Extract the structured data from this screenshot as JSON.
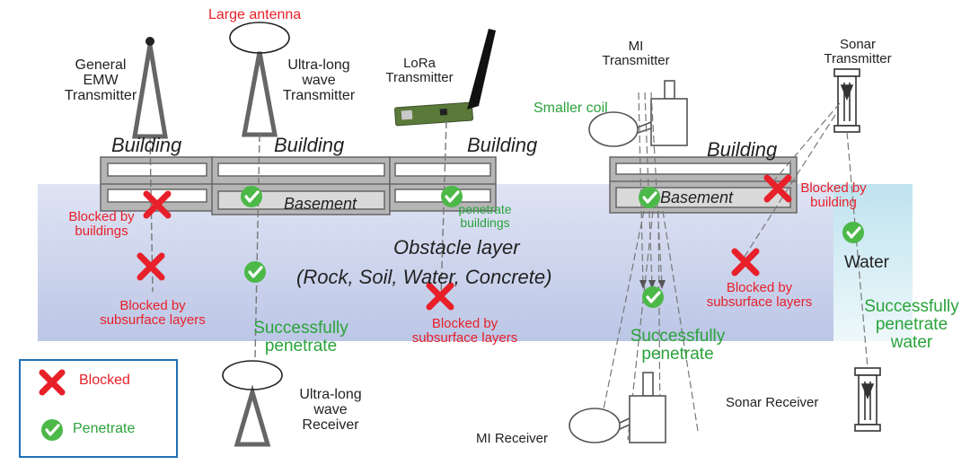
{
  "labels": {
    "large_antenna": "Large antenna",
    "general_emw_tx": [
      "General",
      "EMW",
      "Transmitter"
    ],
    "ulw_tx": [
      "Ultra-long",
      "wave",
      "Transmitter"
    ],
    "lora_tx": [
      "LoRa",
      "Transmitter"
    ],
    "mi_tx": [
      "MI",
      "Transmitter"
    ],
    "smaller_coil": "Smaller coil",
    "sonar_tx": [
      "Sonar",
      "Transmitter"
    ],
    "building": "Building",
    "basement": "Basement",
    "obstacle_title": "Obstacle layer",
    "obstacle_sub": "(Rock, Soil, Water, Concrete)",
    "water": "Water",
    "blocked_buildings": [
      "Blocked by",
      "buildings"
    ],
    "blocked_subsurface": [
      "Blocked by",
      "subsurface layers"
    ],
    "penetrate_buildings": [
      "penetrate",
      "buildings"
    ],
    "blocked_building": [
      "Blocked by",
      "building"
    ],
    "successfully_penetrate": [
      "Successfully",
      "penetrate"
    ],
    "successfully_penetrate_water": [
      "Successfully",
      "penetrate",
      "water"
    ],
    "ulw_rx": [
      "Ultra-long",
      "wave",
      "Receiver"
    ],
    "mi_rx": "MI Receiver",
    "sonar_rx": "Sonar Receiver"
  },
  "legend": {
    "blocked": "Blocked",
    "penetrate": "Penetrate"
  },
  "colors": {
    "blocked": "#e8202a",
    "penetrate": "#4cb848",
    "obstacle_layer": "#c9d1ec",
    "water": "#cfe9f2",
    "legend_border": "#1f6fb5"
  }
}
